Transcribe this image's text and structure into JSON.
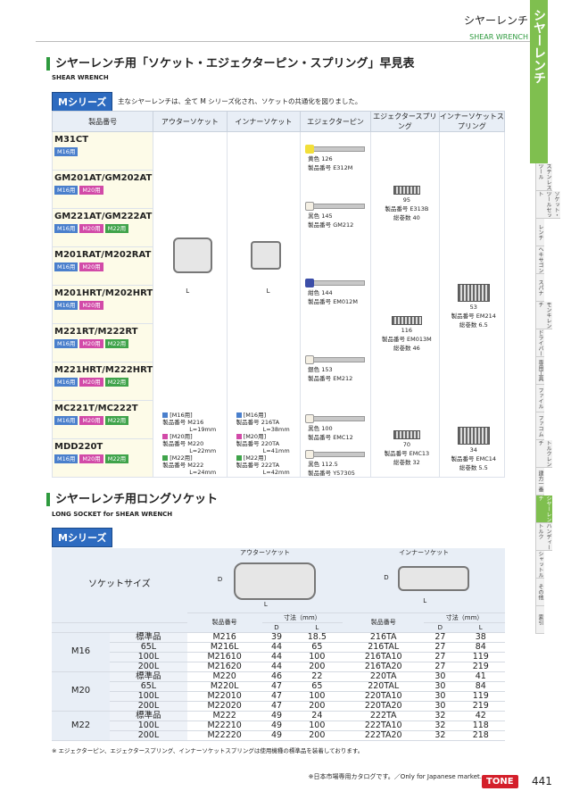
{
  "header": {
    "title_jp": "シヤーレンチ",
    "title_en": "SHEAR WRENCH"
  },
  "section1": {
    "title": "シヤーレンチ用「ソケット・エジェクターピン・スプリング」早見表",
    "subtitle": "SHEAR WRENCH",
    "series": "Mシリーズ",
    "note": "主なシヤーレンチは、全て M シリーズ化され、ソケットの共通化を図りました。",
    "columns": [
      "製品番号",
      "アウターソケット",
      "インナーソケット",
      "エジェクターピン",
      "エジェクタースプリング",
      "インナーソケットスプリング"
    ],
    "products": [
      {
        "name": "M31CT",
        "tags": [
          "M16用"
        ]
      },
      {
        "name": "GM201AT/GM202AT",
        "tags": [
          "M16用",
          "M20用"
        ]
      },
      {
        "name": "GM221AT/GM222AT",
        "tags": [
          "M16用",
          "M20用",
          "M22用"
        ]
      },
      {
        "name": "M201RAT/M202RAT",
        "tags": [
          "M16用",
          "M20用"
        ]
      },
      {
        "name": "M201HRT/M202HRT",
        "tags": [
          "M16用",
          "M20用"
        ]
      },
      {
        "name": "M221RT/M222RT",
        "tags": [
          "M16用",
          "M20用",
          "M22用"
        ]
      },
      {
        "name": "M221HRT/M222HRT",
        "tags": [
          "M16用",
          "M20用",
          "M22用"
        ]
      },
      {
        "name": "MC221T/MC222T",
        "tags": [
          "M16用",
          "M20用",
          "M22用"
        ]
      },
      {
        "name": "MDD220T",
        "tags": [
          "M16用",
          "M20用",
          "M22用"
        ]
      }
    ],
    "outer_label": "L",
    "inner_label": "L",
    "outer_list": [
      "[M16用]",
      "製品番号 M216",
      "L=19mm",
      "[M20用]",
      "製品番号 M220",
      "L=22mm",
      "[M22用]",
      "製品番号 M222",
      "L=24mm"
    ],
    "inner_list": [
      "[M16用]",
      "製品番号 216TA",
      "L=38mm",
      "[M20用]",
      "製品番号 220TA",
      "L=41mm",
      "[M22用]",
      "製品番号 222TA",
      "L=42mm"
    ],
    "pins": [
      {
        "color_label": "黄色",
        "length": "126",
        "part": "製品番号 E312M",
        "color": "#f2df3a"
      },
      {
        "color_label": "黒色",
        "length": "145",
        "part": "製品番号 GM212",
        "color": "#f5f0e4"
      },
      {
        "color_label": "紺色",
        "length": "144",
        "part": "製品番号 EM012M",
        "color": "#3c4ea8"
      },
      {
        "color_label": "銀色",
        "length": "153",
        "part": "製品番号 EM212",
        "color": "#f5f0e4"
      },
      {
        "color_label": "黒色",
        "length": "100",
        "part": "製品番号 EMC12",
        "color": "#f5f0e4"
      },
      {
        "color_label": "黒色",
        "length": "112.5",
        "part": "製品番号 Y57305",
        "color": "#f5f0e4"
      }
    ],
    "springs": [
      {
        "length": "95",
        "part": "製品番号 E313B",
        "turns": "総巻数 40"
      },
      {
        "length": "116",
        "part": "製品番号 EM013M",
        "turns": "総巻数 46"
      },
      {
        "length": "70",
        "part": "製品番号 EMC13",
        "turns": "総巻数 32"
      }
    ],
    "inner_springs": [
      {
        "length": "53",
        "part": "製品番号 EM214",
        "turns": "総巻数 6.5"
      },
      {
        "length": "34",
        "part": "製品番号 EMC14",
        "turns": "総巻数 5.5"
      }
    ]
  },
  "section2": {
    "title": "シヤーレンチ用ロングソケット",
    "subtitle": "LONG SOCKET for SHEAR WRENCH",
    "series": "Mシリーズ",
    "outer_head": "アウターソケット",
    "inner_head": "インナーソケット",
    "size_head": "ソケットサイズ",
    "part_head": "製品番号",
    "dim_head": "寸法（mm）",
    "d": "D",
    "l": "L",
    "groups": [
      {
        "size": "M16",
        "rows": [
          [
            "標準品",
            "M216",
            "39",
            "18.5",
            "216TA",
            "27",
            "38"
          ],
          [
            "65L",
            "M216L",
            "44",
            "65",
            "216TAL",
            "27",
            "84"
          ],
          [
            "100L",
            "M21610",
            "44",
            "100",
            "216TA10",
            "27",
            "119"
          ],
          [
            "200L",
            "M21620",
            "44",
            "200",
            "216TA20",
            "27",
            "219"
          ]
        ]
      },
      {
        "size": "M20",
        "rows": [
          [
            "標準品",
            "M220",
            "46",
            "22",
            "220TA",
            "30",
            "41"
          ],
          [
            "65L",
            "M220L",
            "47",
            "65",
            "220TAL",
            "30",
            "84"
          ],
          [
            "100L",
            "M22010",
            "47",
            "100",
            "220TA10",
            "30",
            "119"
          ],
          [
            "200L",
            "M22020",
            "47",
            "200",
            "220TA20",
            "30",
            "219"
          ]
        ]
      },
      {
        "size": "M22",
        "rows": [
          [
            "標準品",
            "M222",
            "49",
            "24",
            "222TA",
            "32",
            "42"
          ],
          [
            "100L",
            "M22210",
            "49",
            "100",
            "222TA10",
            "32",
            "118"
          ],
          [
            "200L",
            "M22220",
            "49",
            "200",
            "222TA20",
            "32",
            "218"
          ]
        ]
      }
    ],
    "footnote": "※ エジェクターピン、エジェクタースプリング、インナーソケットスプリングは使用機種の標準品を装着しております。"
  },
  "footer": {
    "jp_note": "※日本市場専用カタログです。／Only for Japanese market.",
    "logo": "TONE",
    "page": "441"
  },
  "sidebar": {
    "active": "シヤーレンチ",
    "tabs": [
      "ステンレスツール",
      "ソケット・ツールセット",
      "レンチ",
      "ヘキサゴン",
      "スパナ",
      "モンキレンチ",
      "ドライバー",
      "専用工具",
      "ファイル",
      "ファコム",
      "トルクレンチ",
      "建方一番",
      "シヤーレンチ",
      "ハンディートルク",
      "シャットル",
      "その他",
      "索引"
    ]
  }
}
